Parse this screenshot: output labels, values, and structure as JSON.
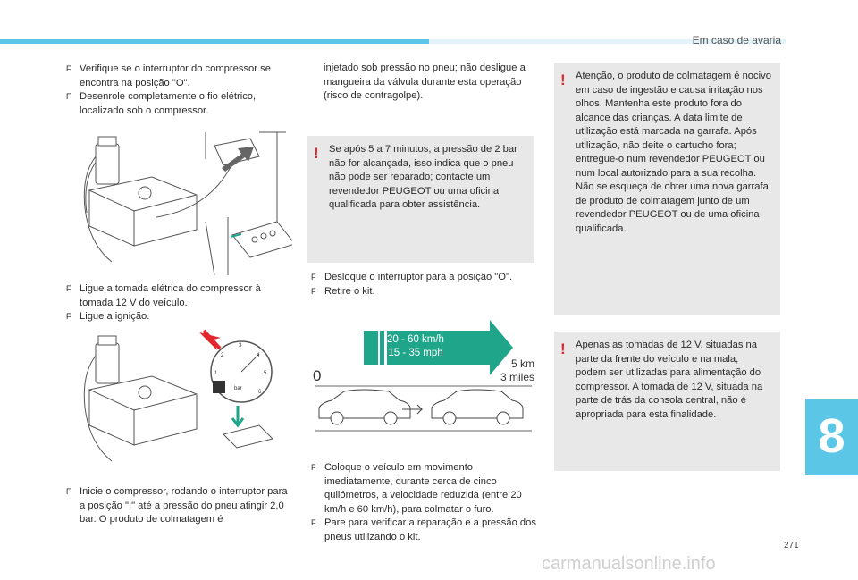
{
  "header": {
    "section": "Em caso de avaria"
  },
  "chapter": "8",
  "page_number": "271",
  "col1": {
    "b1": "Verifique se o interruptor do compressor se encontra na posição \"O\".",
    "b2": "Desenrole completamente o fio elétrico, localizado sob o compressor.",
    "b3": "Ligue a tomada elétrica do compressor à tomada 12 V do veículo.",
    "b4": "Ligue a ignição.",
    "b5": "Inicie o compressor, rodando o interruptor para a posição \"I\" até a pressão do pneu atingir 2,0 bar. O produto de colmatagem é"
  },
  "col2": {
    "cont": "injetado sob pressão no pneu; não desligue a mangueira da válvula durante esta operação (risco de contragolpe).",
    "warning": "Se após 5 a 7 minutos, a pressão de 2 bar não for alcançada, isso indica que o pneu não pode ser reparado; contacte um revendedor PEUGEOT ou uma oficina qualificada para obter assistência.",
    "b1": "Desloque o interruptor para a posição \"O\".",
    "b2": "Retire o kit.",
    "b3": "Coloque o veículo em movimento imediatamente, durante cerca de cinco quilómetros, a velocidade reduzida (entre 20 km/h e 60 km/h), para colmatar o furo.",
    "b4": "Pare para verificar a reparação e a pressão dos pneus utilizando o kit."
  },
  "col3": {
    "warning1": "Atenção, o produto de colmatagem é nocivo em caso de ingestão e causa irritação nos olhos. Mantenha este produto fora do alcance das crianças. A data limite de utilização está marcada na garrafa. Após utilização, não deite o cartucho fora; entregue-o num revendedor PEUGEOT ou num local autorizado para a sua recolha. Não se esqueça de obter uma nova garrafa de produto de colmatagem junto de um revendedor PEUGEOT ou de uma oficina qualificada.",
    "warning2": "Apenas as tomadas de 12 V, situadas na parte da frente do veículo e na mala, podem ser utilizadas para alimentação do compressor. A tomada de 12 V, situada na parte de trás da consola central, não é apropriada para esta finalidade."
  },
  "figure3": {
    "speed_kmh": "20 - 60 km/h",
    "speed_mph": "15 - 35 mph",
    "dist_km": "5 km",
    "dist_miles": "3 miles",
    "start": "0"
  },
  "gauge": {
    "unit": "bar",
    "ticks": [
      "1",
      "2",
      "3",
      "4",
      "5",
      "6"
    ]
  },
  "bullet_marker": "F",
  "watermark": "carmanualsonline.info",
  "colors": {
    "accent": "#5bc6e6",
    "warning": "#e3262e",
    "panel": "#e8e8e8",
    "arrow": "#1fa58a"
  }
}
